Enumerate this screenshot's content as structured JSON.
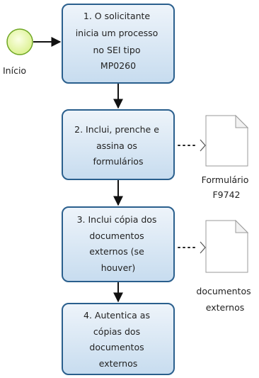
{
  "start_event": {
    "label": "Início"
  },
  "tasks": [
    {
      "lines": [
        "1. O solicitante",
        "inicia um processo",
        "no SEI tipo",
        "MP0260"
      ]
    },
    {
      "lines": [
        "2. Inclui, prenche e",
        "assina os",
        "formulários"
      ]
    },
    {
      "lines": [
        "3. Inclui cópia dos",
        "documentos",
        "externos (se",
        "houver)"
      ]
    },
    {
      "lines": [
        "4. Autentica as",
        "cópias dos",
        "documentos",
        "externos"
      ]
    }
  ],
  "data_objects": [
    {
      "lines": [
        "Formulário",
        "F9742"
      ]
    },
    {
      "lines": [
        "documentos",
        "externos"
      ]
    }
  ],
  "colors": {
    "task_fill_top": "#e9f1f9",
    "task_fill_bottom": "#c7dcef",
    "task_border": "#2a5f8d",
    "start_fill": "#eaf8b0",
    "start_border": "#6ea623"
  }
}
